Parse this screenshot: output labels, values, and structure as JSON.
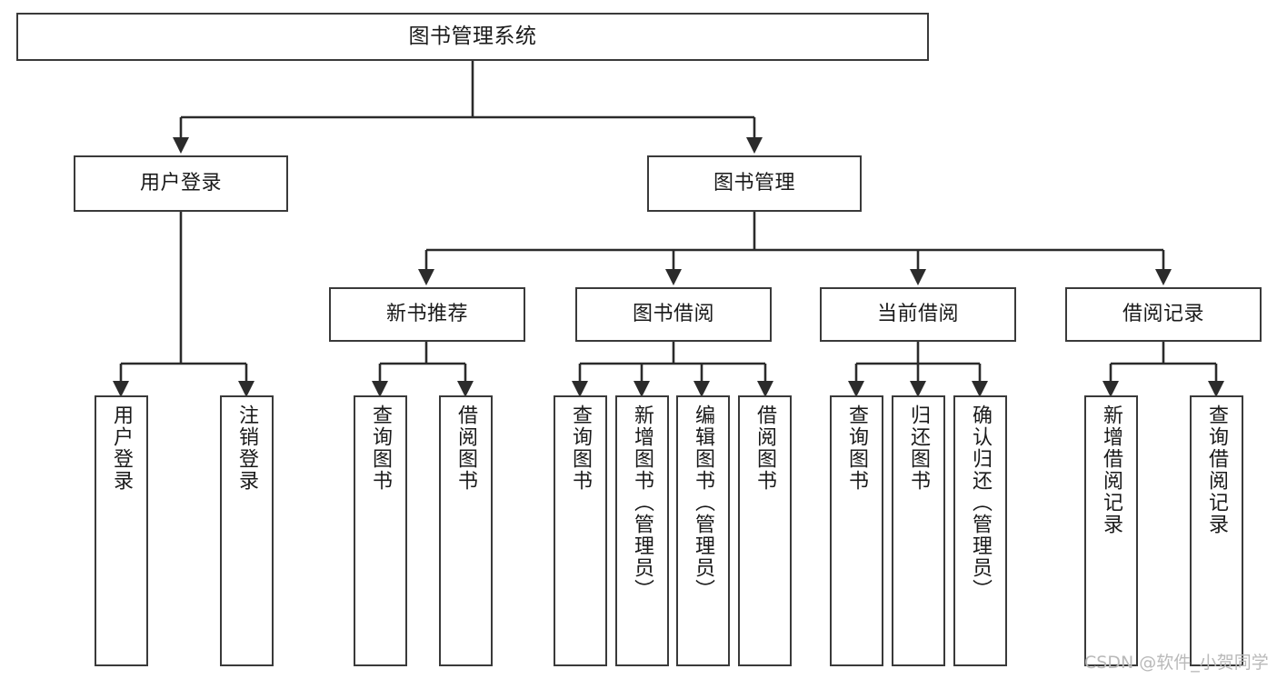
{
  "diagram": {
    "title": "图书管理系统",
    "type": "功能结构图",
    "watermark": "CSDN @软件_小贺同学",
    "colors": {
      "box_border": "#3a3a3a",
      "box_fill": "#ffffff",
      "edge": "#2b2b2b",
      "text": "#1a1a1a",
      "watermark": "#b9b9b9",
      "background": "#ffffff"
    },
    "levels": {
      "root": "图书管理系统",
      "level2": [
        "用户登录",
        "图书管理"
      ],
      "level3": [
        "新书推荐",
        "图书借阅",
        "当前借阅",
        "借阅记录"
      ]
    },
    "nodes": {
      "root": {
        "label": "图书管理系统"
      },
      "user_login": {
        "label": "用户登录"
      },
      "book_manage": {
        "label": "图书管理"
      },
      "new_book_rec": {
        "label": "新书推荐"
      },
      "book_borrow": {
        "label": "图书借阅"
      },
      "current_borrow": {
        "label": "当前借阅"
      },
      "borrow_record": {
        "label": "借阅记录"
      },
      "leaf_user_login": {
        "label": "用户登录"
      },
      "leaf_logout": {
        "label": "注销登录"
      },
      "leaf_query_book_1": {
        "label": "查询图书"
      },
      "leaf_borrow_book_1": {
        "label": "借阅图书"
      },
      "leaf_query_book_2": {
        "label": "查询图书"
      },
      "leaf_add_book": {
        "label": "新增图书（管理员）"
      },
      "leaf_edit_book": {
        "label": "编辑图书（管理员）"
      },
      "leaf_borrow_book_2": {
        "label": "借阅图书"
      },
      "leaf_query_book_3": {
        "label": "查询图书"
      },
      "leaf_return_book": {
        "label": "归还图书"
      },
      "leaf_confirm_return": {
        "label": "确认归还（管理员）"
      },
      "leaf_add_record": {
        "label": "新增借阅记录"
      },
      "leaf_query_record": {
        "label": "查询借阅记录"
      }
    }
  }
}
